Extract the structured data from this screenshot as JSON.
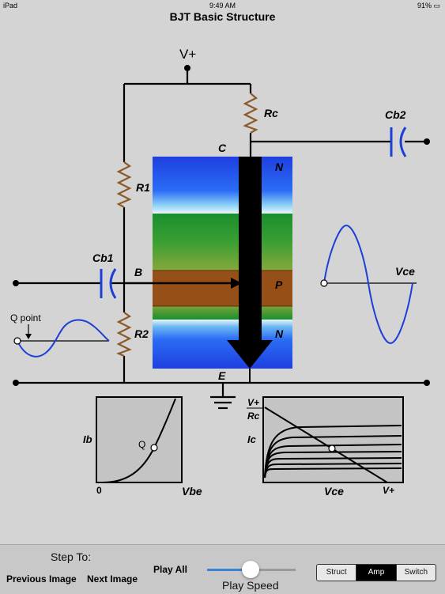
{
  "status": {
    "carrier": "iPad",
    "wifi_icon": "wifi-icon",
    "time": "9:49 AM",
    "battery": "91%",
    "bluetooth_icon": "bluetooth-icon",
    "battery_icon": "battery-icon"
  },
  "title": "BJT Basic Structure",
  "diagram": {
    "vplus": "V+",
    "rc": "Rc",
    "r1": "R1",
    "r2": "R2",
    "cb1": "Cb1",
    "cb2": "Cb2",
    "c": "C",
    "b": "B",
    "e": "E",
    "n_top": "N",
    "p_mid": "P",
    "n_bot": "N",
    "vce": "Vce",
    "q_point": "Q point"
  },
  "input_graph": {
    "ylabel": "Ib",
    "xlabel": "Vbe",
    "origin": "0",
    "q": "Q"
  },
  "output_graph": {
    "ylabel": "Ic",
    "xlabel": "Vce",
    "y_top": "V+",
    "y_bot": "Rc",
    "x_end": "V+"
  },
  "toolbar": {
    "step_to": "Step To:",
    "previous": "Previous Image",
    "next": "Next Image",
    "play_all": "Play All",
    "play_speed": "Play Speed",
    "play_speed_fraction": 0.49,
    "modes": [
      "Struct",
      "Amp",
      "Switch"
    ],
    "selected_mode": "Amp"
  }
}
